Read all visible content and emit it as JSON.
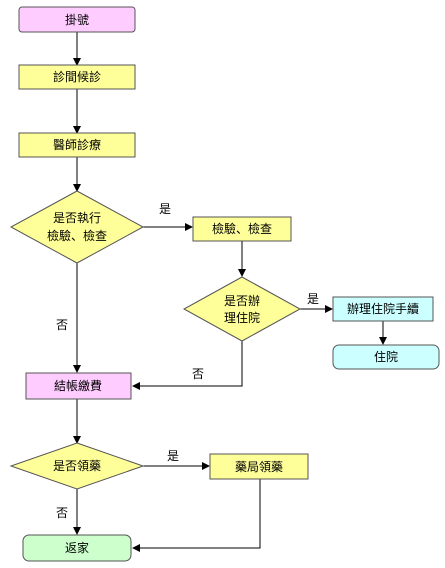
{
  "colors": {
    "pink": "#ffccff",
    "yellow": "#ffff99",
    "cyan": "#ccffff",
    "green": "#ccffcc"
  },
  "nodes": {
    "registration": "掛號",
    "consult_waiting": "診間候診",
    "doctor_treatment": "醫師診療",
    "exam_decision_line1": "是否執行",
    "exam_decision_line2": "檢驗、檢查",
    "exam": "檢驗、檢查",
    "admit_decision_line1": "是否辦",
    "admit_decision_line2": "理住院",
    "admission_procedure": "辦理住院手續",
    "hospitalized": "住院",
    "billing": "結帳繳費",
    "medicine_decision": "是否領藥",
    "pharmacy": "藥局領藥",
    "go_home": "返家"
  },
  "edge_labels": {
    "yes": "是",
    "no": "否"
  }
}
